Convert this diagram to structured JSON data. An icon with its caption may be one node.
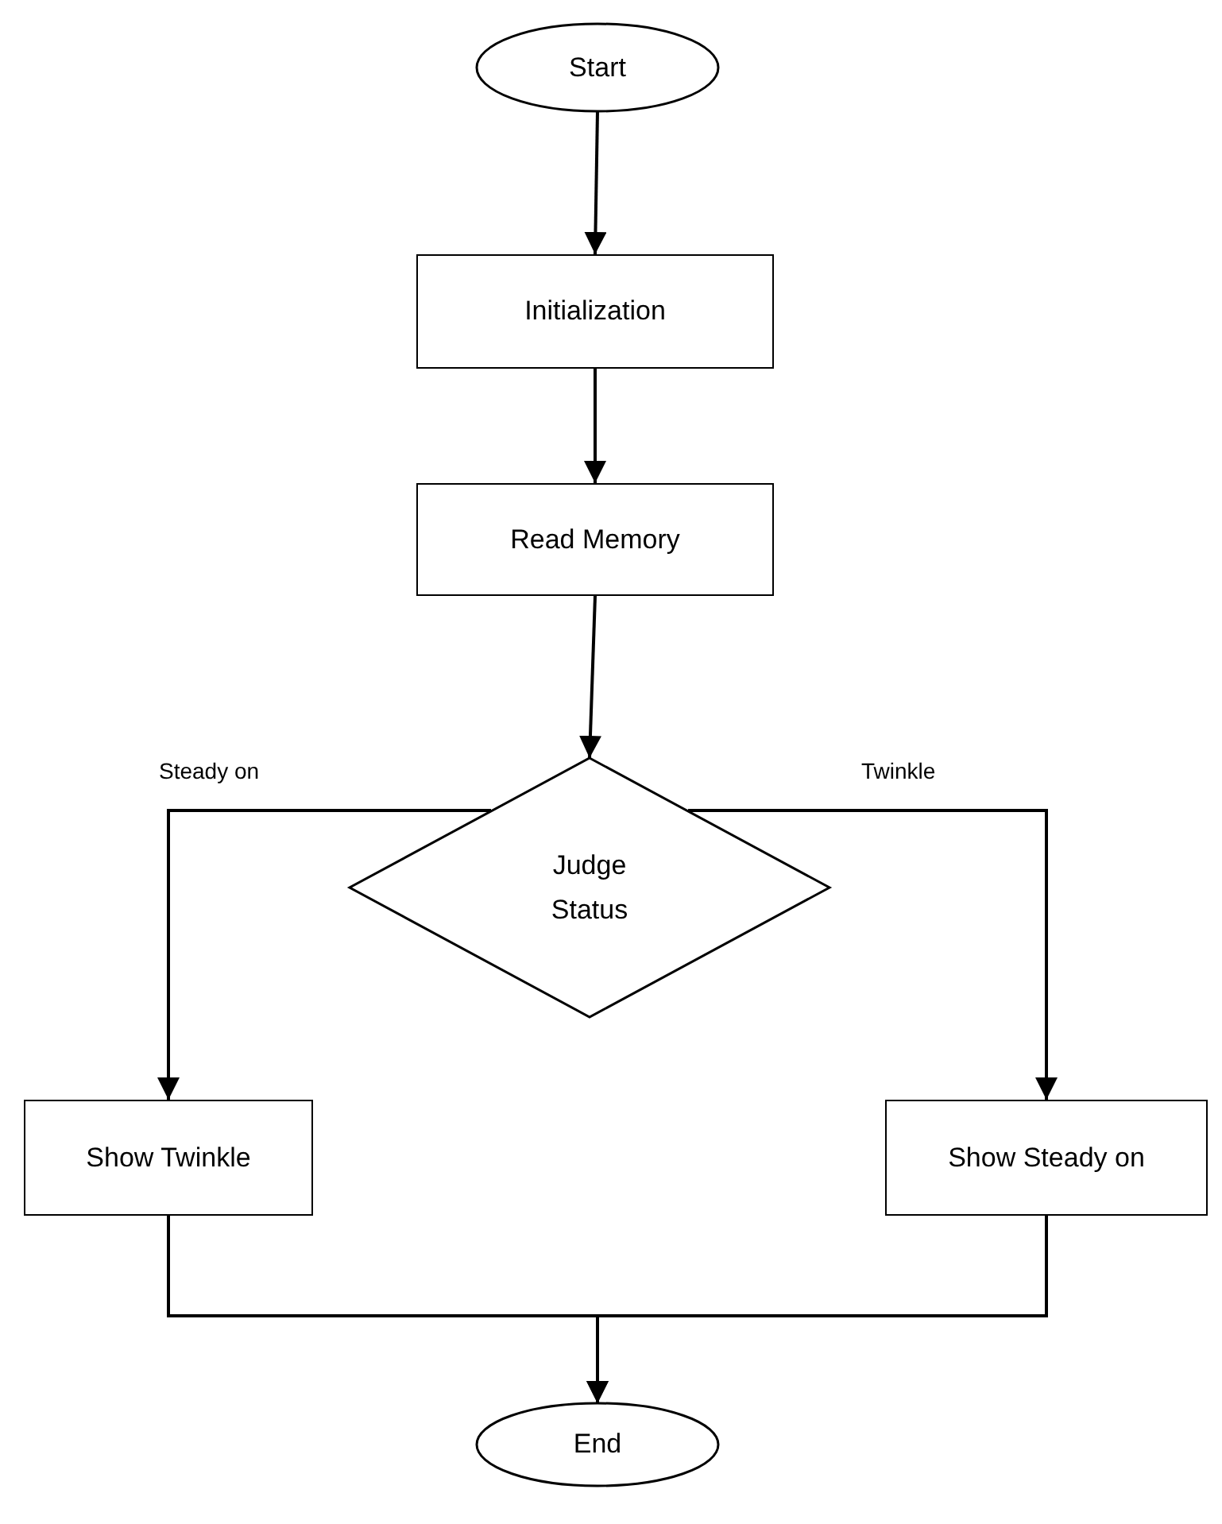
{
  "diagram": {
    "nodes": [
      {
        "text": [
          "Start"
        ]
      },
      {
        "text": [
          "Initialization"
        ]
      },
      {
        "text": [
          "Read Memory"
        ]
      },
      {
        "text": [
          "Judge Status"
        ]
      },
      {
        "text": [
          "Show Twinkle"
        ]
      },
      {
        "text": [
          "Show Steady on"
        ]
      },
      {
        "text": [
          "End"
        ]
      }
    ],
    "edges": [
      {
        "from": 0,
        "to": 1,
        "arrow": "to"
      },
      {
        "from": 1,
        "to": 2,
        "arrow": "to"
      },
      {
        "from": 2,
        "to": 3,
        "arrow": "to"
      },
      {
        "from": 3,
        "to": 4,
        "arrow": "to",
        "label": "Steady on"
      },
      {
        "from": 3,
        "to": 5,
        "arrow": "to",
        "label": "Twinkle"
      },
      {
        "from": 4,
        "to": 6,
        "arrow": "to"
      },
      {
        "from": 5,
        "to": 6,
        "arrow": "to"
      }
    ]
  }
}
